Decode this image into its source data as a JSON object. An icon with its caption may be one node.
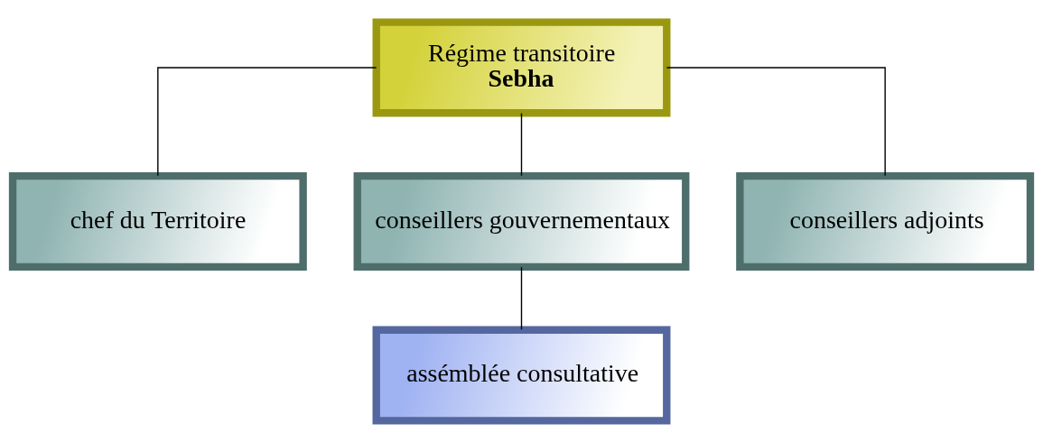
{
  "diagram": {
    "nodes": [
      {
        "text": [
          "Régime transitoire",
          "Sebha"
        ]
      },
      {
        "text": [
          "chef du Territoire"
        ]
      },
      {
        "text": [
          "conseillers gouvernementaux"
        ]
      },
      {
        "text": [
          "conseillers adjoints"
        ]
      },
      {
        "text": [
          "assémblée consultative"
        ]
      }
    ],
    "edges": [
      {
        "from": 0,
        "to": 1,
        "arrow": "none"
      },
      {
        "from": 0,
        "to": 2,
        "arrow": "none"
      },
      {
        "from": 0,
        "to": 3,
        "arrow": "none"
      },
      {
        "from": 2,
        "to": 4,
        "arrow": "none"
      }
    ]
  }
}
